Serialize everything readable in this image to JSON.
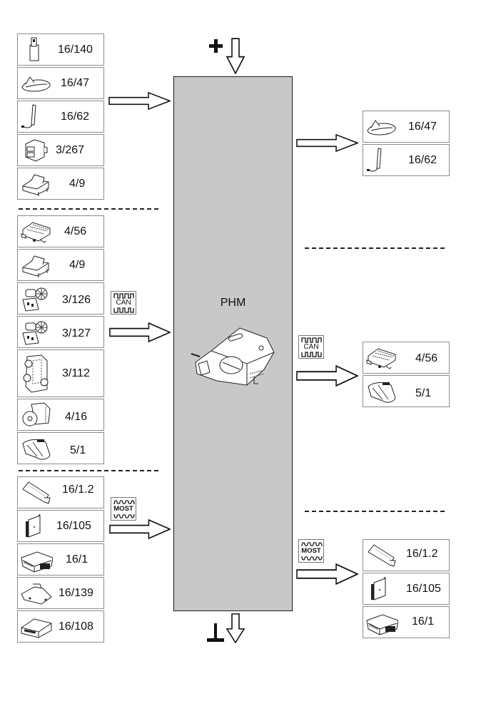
{
  "diagram": {
    "central_module": {
      "label": "PHM"
    },
    "power": {
      "supply_symbol": "plus-icon",
      "ground_symbol": "ground-icon"
    },
    "bus_badges": {
      "can": "CAN",
      "most": "MOST"
    },
    "inputs": {
      "group1": [
        {
          "id": "16/140",
          "icon": "module-slot-icon"
        },
        {
          "id": "16/47",
          "icon": "shark-fin-antenna-icon"
        },
        {
          "id": "16/62",
          "icon": "rod-antenna-icon"
        },
        {
          "id": "3/267",
          "icon": "switch-unit-icon"
        },
        {
          "id": "4/9",
          "icon": "control-unit-icon"
        }
      ],
      "group2_can": [
        {
          "id": "4/56",
          "icon": "fuse-box-icon"
        },
        {
          "id": "4/9",
          "icon": "control-unit-icon"
        },
        {
          "id": "3/126",
          "icon": "window-motor-icon"
        },
        {
          "id": "3/127",
          "icon": "window-motor-icon"
        },
        {
          "id": "3/112",
          "icon": "door-module-icon"
        },
        {
          "id": "4/16",
          "icon": "actuator-icon"
        },
        {
          "id": "5/1",
          "icon": "instrument-cluster-icon"
        }
      ],
      "group3_most": [
        {
          "id": "16/1.2",
          "icon": "display-icon"
        },
        {
          "id": "16/105",
          "icon": "amplifier-icon"
        },
        {
          "id": "16/1",
          "icon": "head-unit-icon"
        },
        {
          "id": "16/139",
          "icon": "tuner-icon"
        },
        {
          "id": "16/108",
          "icon": "cd-changer-icon"
        }
      ]
    },
    "outputs": {
      "group1": [
        {
          "id": "16/47",
          "icon": "shark-fin-antenna-icon"
        },
        {
          "id": "16/62",
          "icon": "rod-antenna-icon"
        }
      ],
      "group2_can": [
        {
          "id": "4/56",
          "icon": "fuse-box-icon"
        },
        {
          "id": "5/1",
          "icon": "instrument-cluster-icon"
        }
      ],
      "group3_most": [
        {
          "id": "16/1.2",
          "icon": "display-icon"
        },
        {
          "id": "16/105",
          "icon": "amplifier-icon"
        },
        {
          "id": "16/1",
          "icon": "head-unit-icon"
        }
      ]
    },
    "colors": {
      "module_fill": "#c8c8c8",
      "line": "#1a1a1a",
      "box_border": "#8c8c8c"
    }
  }
}
